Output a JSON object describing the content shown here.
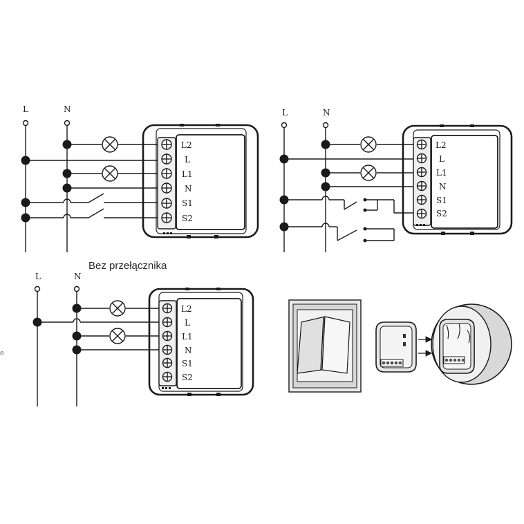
{
  "diagrams": [
    {
      "line_label": "L",
      "neutral_label": "N",
      "terminals": [
        "L2",
        "L",
        "L1",
        "N",
        "S1",
        "S2"
      ],
      "caption": ""
    },
    {
      "line_label": "L",
      "neutral_label": "N",
      "terminals": [
        "L2",
        "L",
        "L1",
        "N",
        "S1",
        "S2"
      ],
      "caption": ""
    },
    {
      "line_label": "L",
      "neutral_label": "N",
      "terminals": [
        "L2",
        "L",
        "L1",
        "N",
        "S1",
        "S2"
      ],
      "caption": "Bez przełącznika"
    }
  ],
  "colors": {
    "stroke": "#1a1a1a",
    "fill_light": "#e6e6e6",
    "fill_mid": "#cfcfcf"
  },
  "icons": [
    "lamp-icon",
    "switch-icon",
    "terminal-screw-icon",
    "junction-dot-icon",
    "arrow-icon"
  ]
}
